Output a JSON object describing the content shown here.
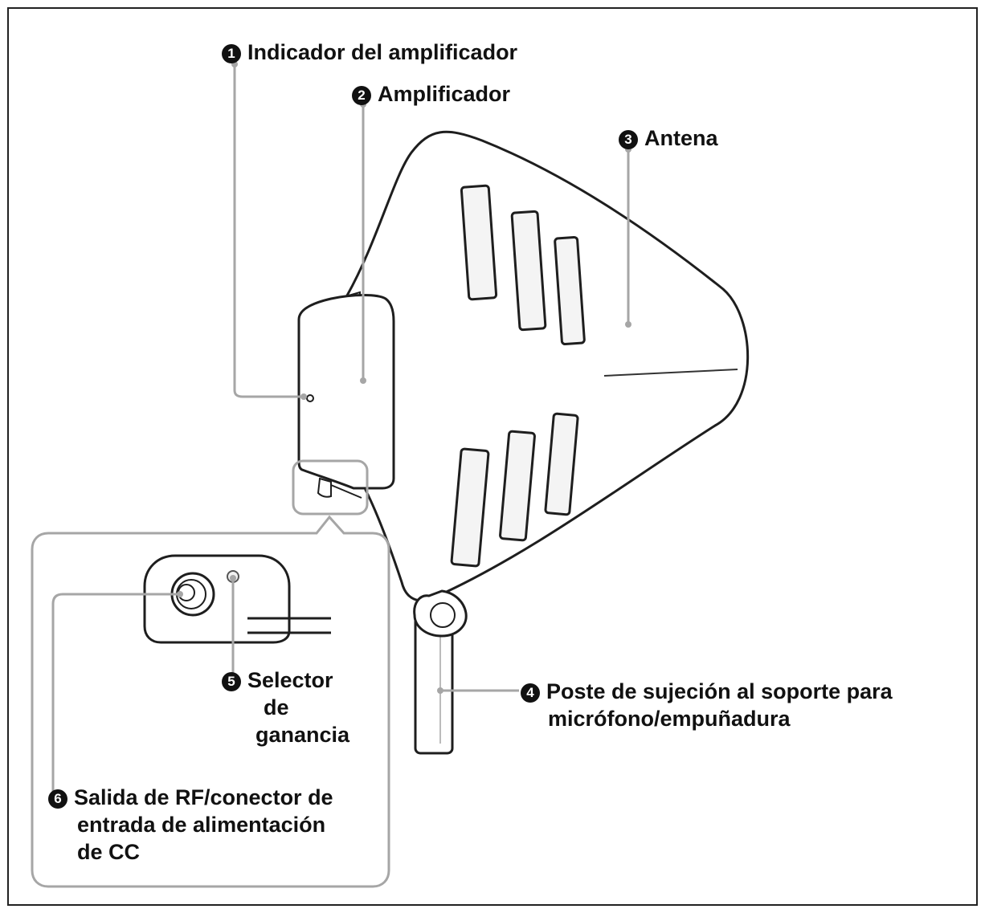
{
  "callouts": [
    {
      "number": "1",
      "lines": [
        "Indicador del amplificador"
      ]
    },
    {
      "number": "2",
      "lines": [
        "Amplificador"
      ]
    },
    {
      "number": "3",
      "lines": [
        "Antena"
      ]
    },
    {
      "number": "4",
      "lines": [
        "Poste de sujeción al soporte para",
        "micrófono/empuñadura"
      ]
    },
    {
      "number": "5",
      "lines": [
        "Selector",
        "de",
        "ganancia"
      ]
    },
    {
      "number": "6",
      "lines": [
        "Salida de RF/conector de",
        "entrada de alimentación",
        "de CC"
      ]
    }
  ]
}
